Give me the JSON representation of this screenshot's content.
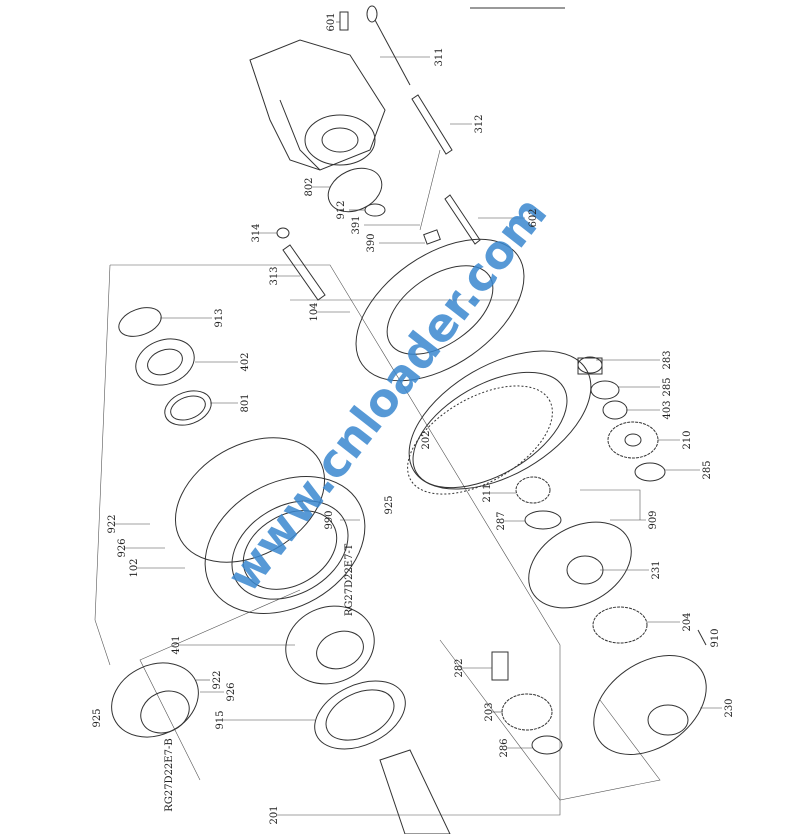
{
  "diagram": {
    "watermark": "www.cnloader.com",
    "labels": [
      "601",
      "311",
      "312",
      "802",
      "912",
      "391",
      "390",
      "314",
      "313",
      "602",
      "104",
      "913",
      "402",
      "801",
      "202",
      "283",
      "285",
      "403",
      "210",
      "285",
      "211",
      "990",
      "925",
      "922",
      "926",
      "102",
      "RG27D22E7-T",
      "287",
      "909",
      "231",
      "204",
      "910",
      "401",
      "282",
      "922",
      "926",
      "925",
      "915",
      "203",
      "230",
      "286",
      "RG27D22E7-B",
      "201"
    ]
  }
}
